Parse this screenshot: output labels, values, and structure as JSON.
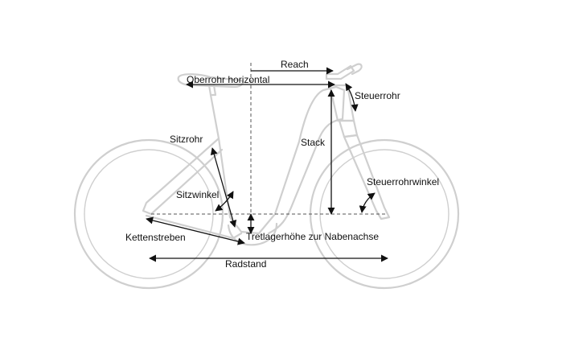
{
  "labels": {
    "reach": "Reach",
    "top_tube": "Oberrohr horizontal",
    "head_tube": "Steuerrohr",
    "seat_tube": "Sitzrohr",
    "stack": "Stack",
    "head_tube_angle": "Steuerrohrwinkel",
    "seat_tube_angle": "Sitzwinkel",
    "chainstays": "Kettenstreben",
    "bb_drop": "Tretlagerhöhe zur Nabenachse",
    "wheelbase": "Radstand"
  }
}
